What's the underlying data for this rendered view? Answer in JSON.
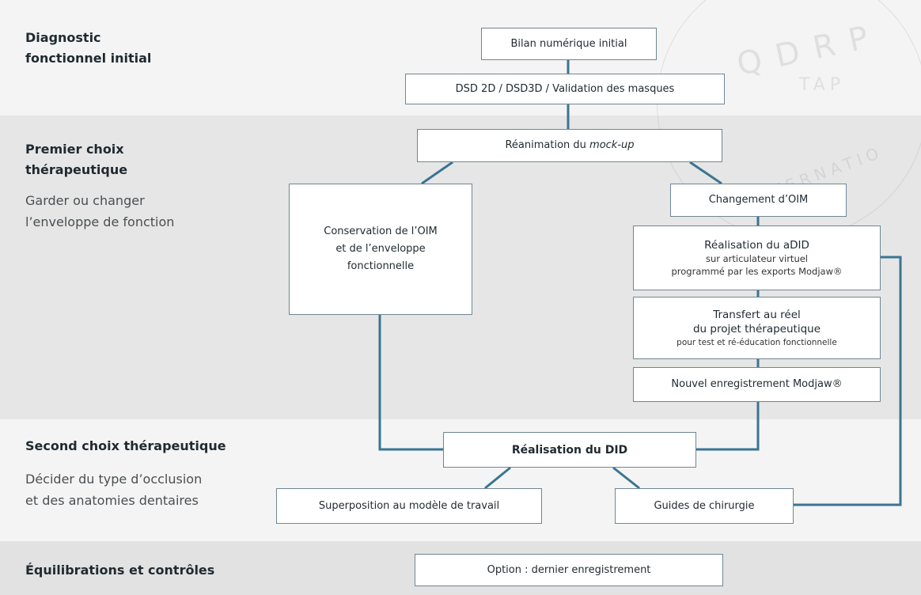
{
  "sections": [
    {
      "title": "Diagnostic\nfonctionnel initial",
      "subtitle": ""
    },
    {
      "title": "Premier choix\nthérapeutique",
      "subtitle": "Garder ou changer\nl’enveloppe de fonction"
    },
    {
      "title": "Second choix thérapeutique",
      "subtitle": "Décider du type d’occlusion\net des anatomies dentaires"
    },
    {
      "title": "Équilibrations et contrôles",
      "subtitle": ""
    }
  ],
  "nodes": {
    "bilan": "Bilan numérique initial",
    "dsd": "DSD 2D / DSD3D / Validation des masques",
    "reanimation_prefix": "Réanimation du ",
    "reanimation_em": "mock-up",
    "conservation": "Conservation de l’OIM\net de l’enveloppe\nfonctionnelle",
    "changement": "Changement d’OIM",
    "adid_title": "Réalisation du aDID",
    "adid_sub": "sur articulateur virtuel\nprogrammé par les exports Modjaw®",
    "transfert_title": "Transfert au réel\ndu projet thérapeutique",
    "transfert_sub": "pour test et ré-éducation fonctionnelle",
    "nouvel": "Nouvel enregistrement Modjaw®",
    "did": "Réalisation du DID",
    "superposition": "Superposition au modèle de travail",
    "guides": "Guides de chirurgie",
    "option": "Option : dernier enregistrement"
  },
  "watermark": {
    "text": "QDRP",
    "sub": "TAP",
    "ring": "INTERNATIO"
  },
  "colors": {
    "line": "#3a7591",
    "border": "#6f8693"
  }
}
